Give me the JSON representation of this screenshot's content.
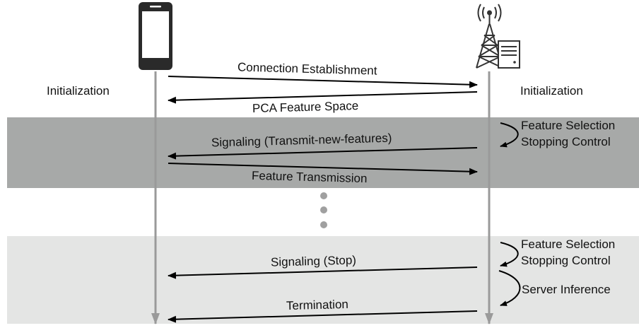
{
  "client": {
    "icon": "smartphone-icon",
    "init_label": "Initialization"
  },
  "server": {
    "icon": "cell-tower-server-icon",
    "init_label": "Initialization"
  },
  "messages": [
    {
      "label": "Connection Establishment",
      "direction": "client-to-server"
    },
    {
      "label": "PCA Feature Space",
      "direction": "server-to-client"
    },
    {
      "label": "Signaling (Transmit-new-features)",
      "direction": "server-to-client"
    },
    {
      "label": "Feature Transmission",
      "direction": "client-to-server"
    },
    {
      "label": "Signaling (Stop)",
      "direction": "server-to-client"
    },
    {
      "label": "Termination",
      "direction": "server-to-client"
    }
  ],
  "server_steps": {
    "round1": {
      "line1": "Feature Selection",
      "line2": "Stopping Control"
    },
    "round_final": {
      "line1": "Feature Selection",
      "line2": "Stopping Control",
      "inference": "Server Inference"
    }
  },
  "colors": {
    "band_dark": "#a7a9a8",
    "band_light": "#e4e5e4",
    "lifeline": "#9a9a9a",
    "dots": "#a0a0a0"
  }
}
